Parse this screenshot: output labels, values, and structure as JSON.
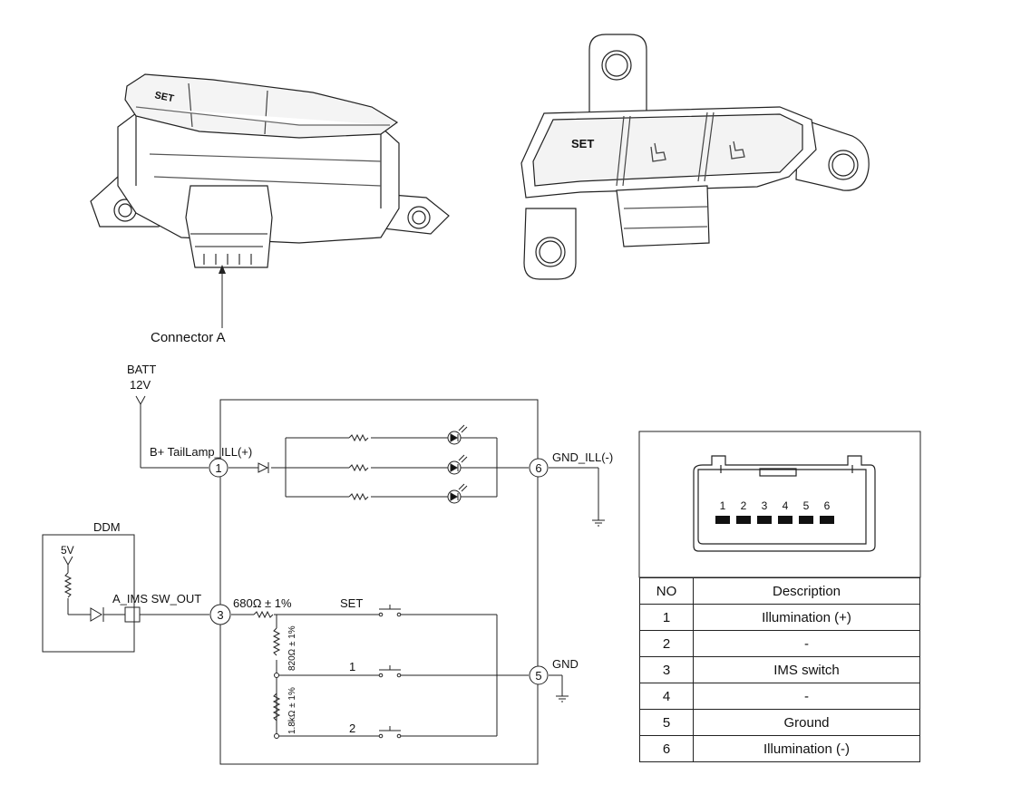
{
  "photo_left": {
    "connector_label": "Connector A",
    "button_labels": [
      "SET"
    ]
  },
  "photo_right": {
    "button_labels": [
      "SET"
    ]
  },
  "circuit": {
    "batt_label": "BATT",
    "batt_voltage": "12V",
    "b_plus_label": "B+ TailLamp_ILL(+)",
    "gnd_ill_label": "GND_ILL(-)",
    "gnd_label": "GND",
    "ddm_label": "DDM",
    "ddm_5v_label": "5V",
    "a_ims_label": "A_IMS SW_OUT",
    "r680_label": "680Ω ± 1%",
    "r820_label": "820Ω ± 1%",
    "r1k8_label": "1.8kΩ ± 1%",
    "sw_set_label": "SET",
    "sw_1_label": "1",
    "sw_2_label": "2",
    "pins": [
      "1",
      "3",
      "5",
      "6"
    ]
  },
  "connector": {
    "pin_numbers": [
      "1",
      "2",
      "3",
      "4",
      "5",
      "6"
    ]
  },
  "pin_table": {
    "headers": [
      "NO",
      "Description"
    ],
    "rows": [
      {
        "no": "1",
        "desc": "Illumination (+)"
      },
      {
        "no": "2",
        "desc": "-"
      },
      {
        "no": "3",
        "desc": "IMS switch"
      },
      {
        "no": "4",
        "desc": "-"
      },
      {
        "no": "5",
        "desc": "Ground"
      },
      {
        "no": "6",
        "desc": "Illumination (-)"
      }
    ]
  }
}
